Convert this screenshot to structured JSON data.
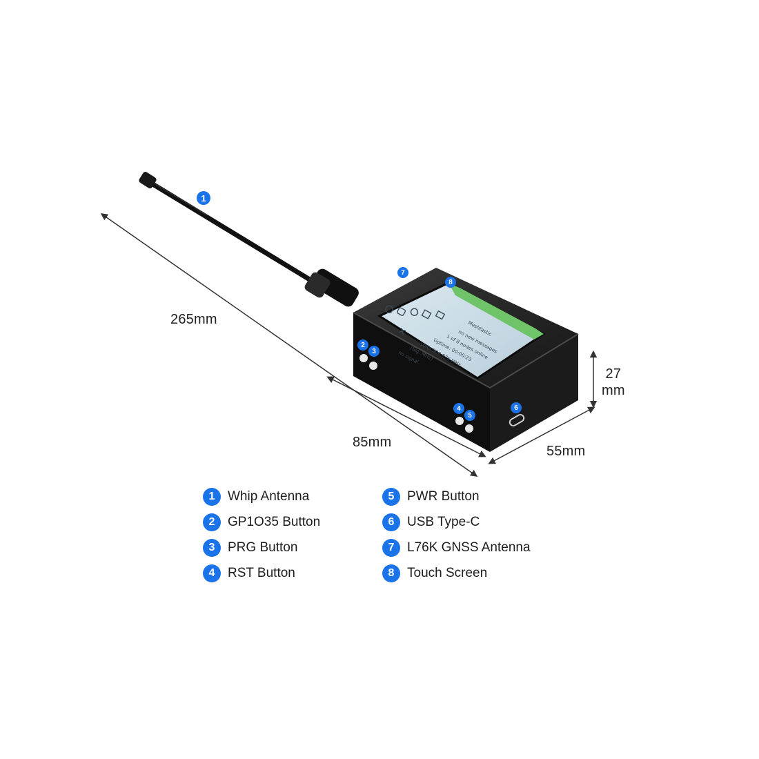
{
  "dimensions": {
    "length": "265mm",
    "body_length": "85mm",
    "width": "55mm",
    "height_value": "27",
    "height_unit": "mm"
  },
  "screen": {
    "brand": "Meshtastic",
    "lines": [
      "no new messages",
      "1 of 8 nodes online",
      "Uptime: 00:00:23",
      "LoRa 906.875 MHz",
      "(Sig. MHz)",
      "no signal"
    ]
  },
  "legend": [
    {
      "num": "1",
      "label": "Whip Antenna"
    },
    {
      "num": "2",
      "label": "GP1O35 Button"
    },
    {
      "num": "3",
      "label": "PRG Button"
    },
    {
      "num": "4",
      "label": "RST Button"
    },
    {
      "num": "5",
      "label": "PWR Button"
    },
    {
      "num": "6",
      "label": "USB Type-C"
    },
    {
      "num": "7",
      "label": "L76K GNSS Antenna"
    },
    {
      "num": "8",
      "label": "Touch Screen"
    }
  ],
  "colors": {
    "accent": "#1a73e8",
    "device": "#1c1c1c",
    "screen": "#c9dbe6"
  }
}
